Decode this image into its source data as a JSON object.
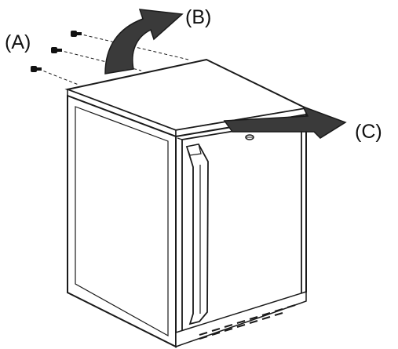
{
  "labels": {
    "a": "(A)",
    "b": "(B)",
    "c": "(C)"
  },
  "colors": {
    "line": "#1a1a1a",
    "fill": "#ffffff",
    "arrow_fill": "#3a3a3a",
    "dark": "#111111"
  }
}
